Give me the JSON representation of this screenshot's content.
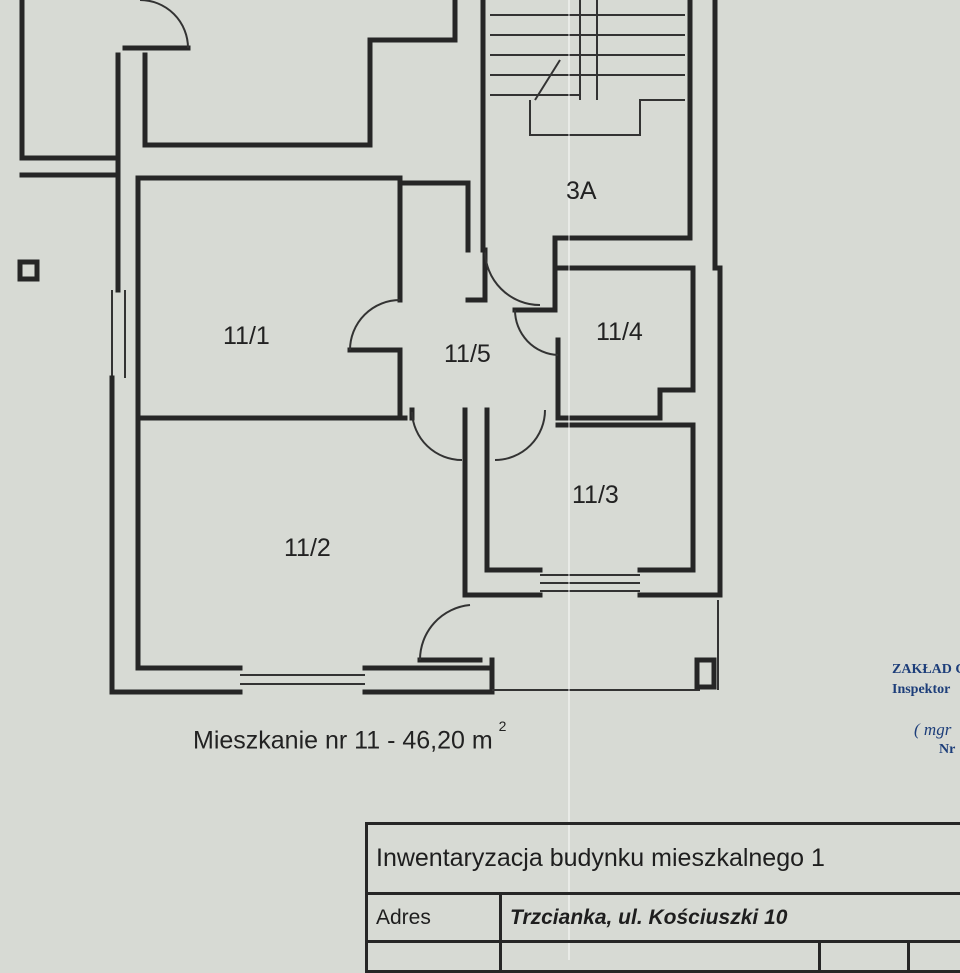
{
  "plan": {
    "rooms": [
      {
        "label": "11/1"
      },
      {
        "label": "11/2"
      },
      {
        "label": "11/3"
      },
      {
        "label": "11/4"
      },
      {
        "label": "11/5"
      },
      {
        "label": "3A"
      }
    ],
    "caption": "Mieszkanie nr 11 - 46,20 m",
    "caption_sup": "2"
  },
  "stamp": {
    "line1": "ZAKŁAD C",
    "line2": "Inspektor",
    "line3": "( mgr",
    "line4": "Nr",
    "color": "#1d3e7a"
  },
  "title_block": {
    "title": "Inwentaryzacja budynku mieszkalnego 1",
    "address_label": "Adres",
    "address_value": "Trzcianka, ul. Kościuszki 10"
  }
}
